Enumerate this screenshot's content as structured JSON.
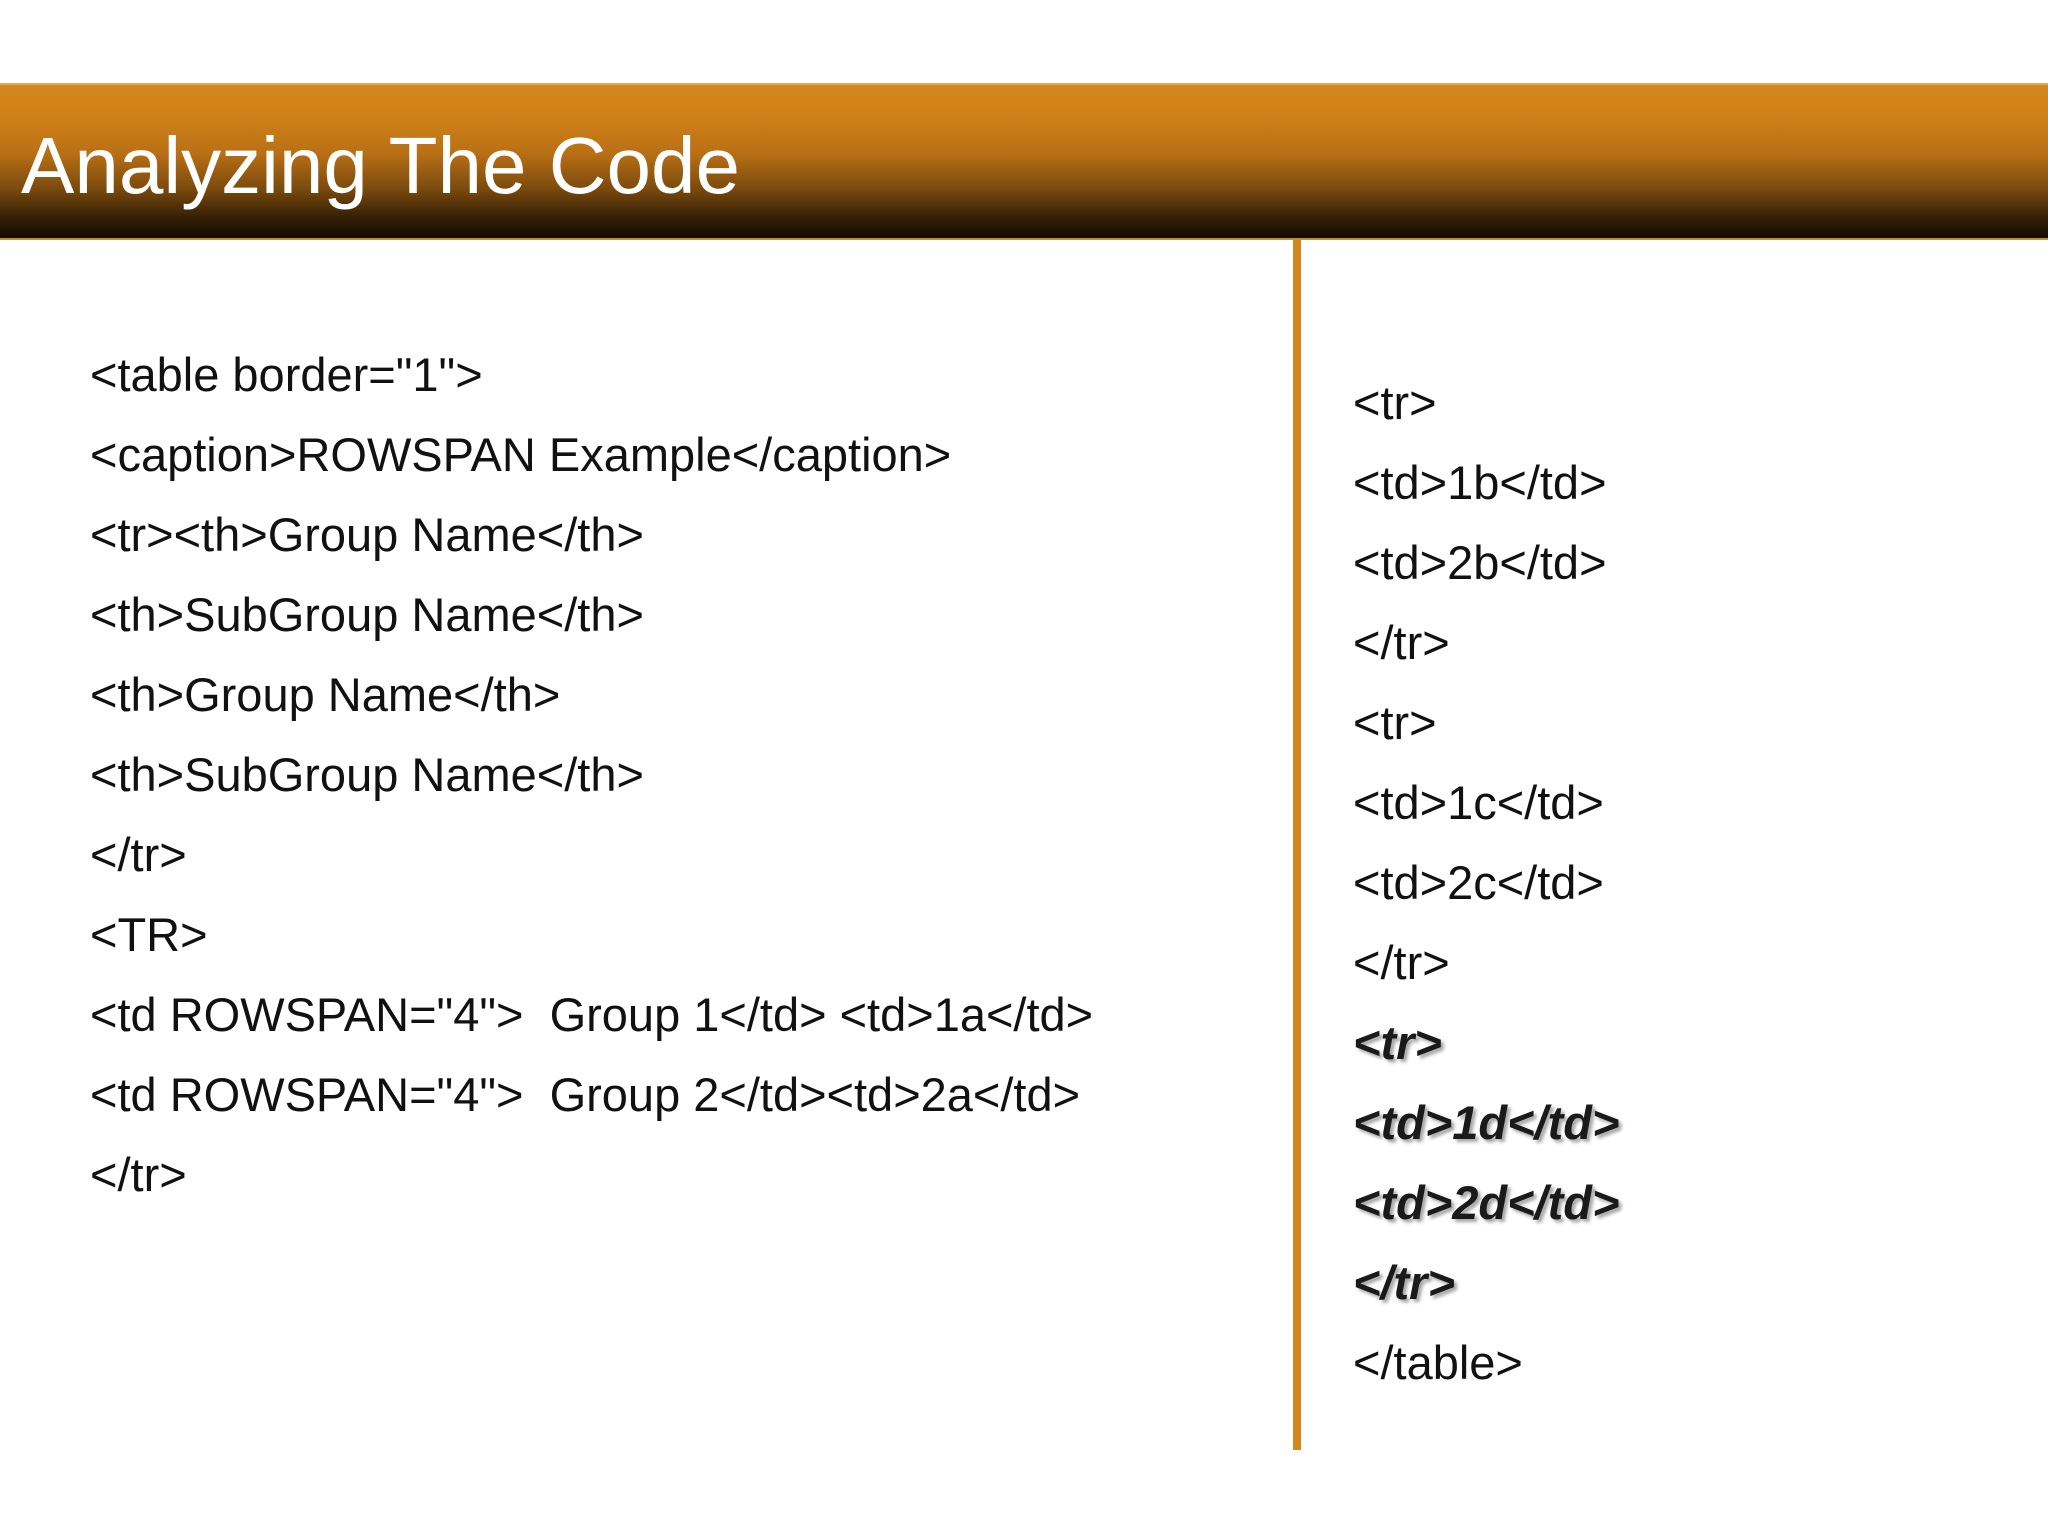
{
  "slide": {
    "title": "Analyzing The Code",
    "left_code": [
      "<table border=\"1\">",
      "<caption>ROWSPAN Example</caption>",
      "<tr><th>Group Name</th>",
      "<th>SubGroup Name</th>",
      "<th>Group Name</th>",
      "<th>SubGroup Name</th>",
      "</tr>",
      "<TR>",
      "<td ROWSPAN=\"4\">  Group 1</td> <td>1a</td>",
      "<td ROWSPAN=\"4\">  Group 2</td><td>2a</td>",
      "</tr>"
    ],
    "right_code": [
      "<tr>",
      "<td>1b</td>",
      "<td>2b</td>",
      "</tr>",
      "<tr>",
      "<td>1c</td>",
      "<td>2c</td>",
      "</tr>",
      "<tr>",
      "<td>1d</td>",
      "<td>2d</td>",
      "</tr>",
      "</table>"
    ],
    "colors": {
      "accent": "#d4861f",
      "title_text": "#ffffff",
      "body_text": "#111111"
    }
  }
}
